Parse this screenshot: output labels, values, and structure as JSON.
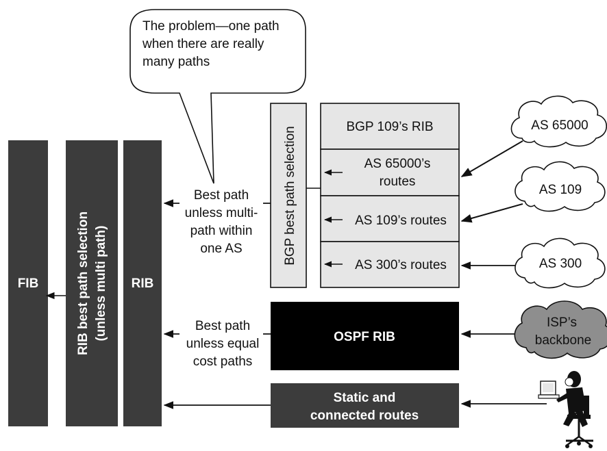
{
  "speech_bubble": [
    "The problem—one path",
    "when there are really",
    "many paths"
  ],
  "fib_label": "FIB",
  "rib_selection_label": [
    "RIB best path selection",
    "(unless multi path)"
  ],
  "rib_label": "RIB",
  "bgp_selection_label": "BGP best path selection",
  "bgp_rib_title": "BGP 109’s RIB",
  "bgp_routes": [
    {
      "lines": [
        "AS 65000’s",
        "routes"
      ]
    },
    {
      "lines": [
        "AS 109’s routes"
      ]
    },
    {
      "lines": [
        "AS 300’s routes"
      ]
    }
  ],
  "bgp_arrow_label": [
    "Best path",
    "unless multi-",
    "path within",
    "one AS"
  ],
  "ospf_rib_label": "OSPF RIB",
  "ospf_arrow_label": [
    "Best path",
    "unless equal",
    "cost paths"
  ],
  "static_label": [
    "Static and",
    "connected routes"
  ],
  "clouds": {
    "as65000": "AS 65000",
    "as109": "AS 109",
    "as300": "AS 300",
    "isp": [
      "ISP’s",
      "backbone"
    ]
  },
  "colors": {
    "dark": "#3c3c3c",
    "black": "#000000",
    "light_box": "#e6e6e6",
    "cloud_gray": "#8e8e8e"
  }
}
